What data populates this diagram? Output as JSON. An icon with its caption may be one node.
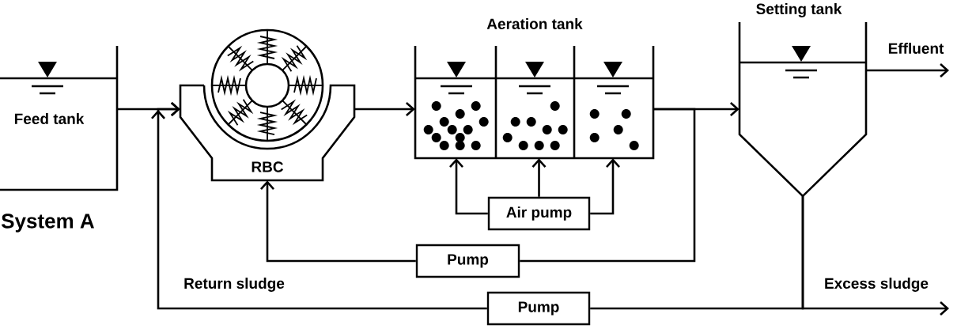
{
  "diagram": {
    "nodes": [
      {
        "text": [
          "Feed tank"
        ]
      },
      {
        "text": [
          "RBC"
        ]
      },
      {
        "text": [
          "Aeration tank"
        ]
      },
      {
        "text": [
          "Setting tank"
        ]
      },
      {
        "text": [
          "Air pump"
        ]
      },
      {
        "text": [
          "Pump"
        ]
      },
      {
        "text": [
          "Pump"
        ]
      }
    ],
    "edges": [
      {
        "from": 0,
        "to": 1,
        "arrow": "to"
      },
      {
        "from": 6,
        "to": 1,
        "arrow": "to",
        "label": "Return sludge"
      },
      {
        "from": 1,
        "to": 2,
        "arrow": "to"
      },
      {
        "from": 2,
        "to": 3,
        "arrow": "to"
      },
      {
        "from": 2,
        "to": 5,
        "arrow": "none"
      },
      {
        "from": 5,
        "to": 1,
        "arrow": "to"
      },
      {
        "from": 4,
        "to": 2,
        "arrow": "to"
      },
      {
        "from": 4,
        "to": 2,
        "arrow": "to"
      },
      {
        "from": 4,
        "to": 2,
        "arrow": "to"
      },
      {
        "from": 3,
        "to": null,
        "arrow": "to",
        "label": "Effluent"
      },
      {
        "from": 3,
        "to": 6,
        "arrow": "none"
      },
      {
        "from": 3,
        "to": null,
        "arrow": "to",
        "label": "Excess sludge"
      }
    ],
    "labels": [
      "System A"
    ]
  }
}
